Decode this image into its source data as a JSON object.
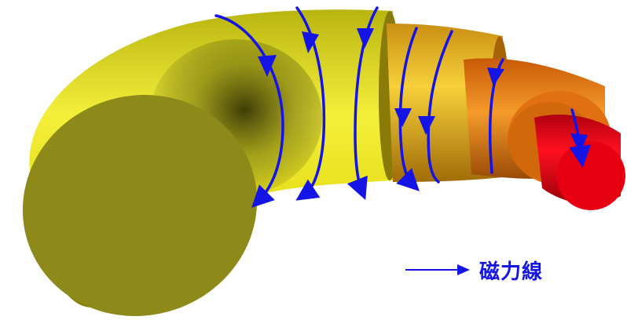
{
  "legend": {
    "label": "磁力線"
  },
  "colors": {
    "field_line": "#1414e6",
    "outer_segment": "#d6d010",
    "outer_cap": "#8f8a18",
    "middle_segment": "#f0a020",
    "inner_segment": "#e07010",
    "core": "#dd0010"
  },
  "segments": [
    "outer-yellow-segment",
    "middle-orange-segment",
    "inner-orange-segment",
    "red-core"
  ]
}
